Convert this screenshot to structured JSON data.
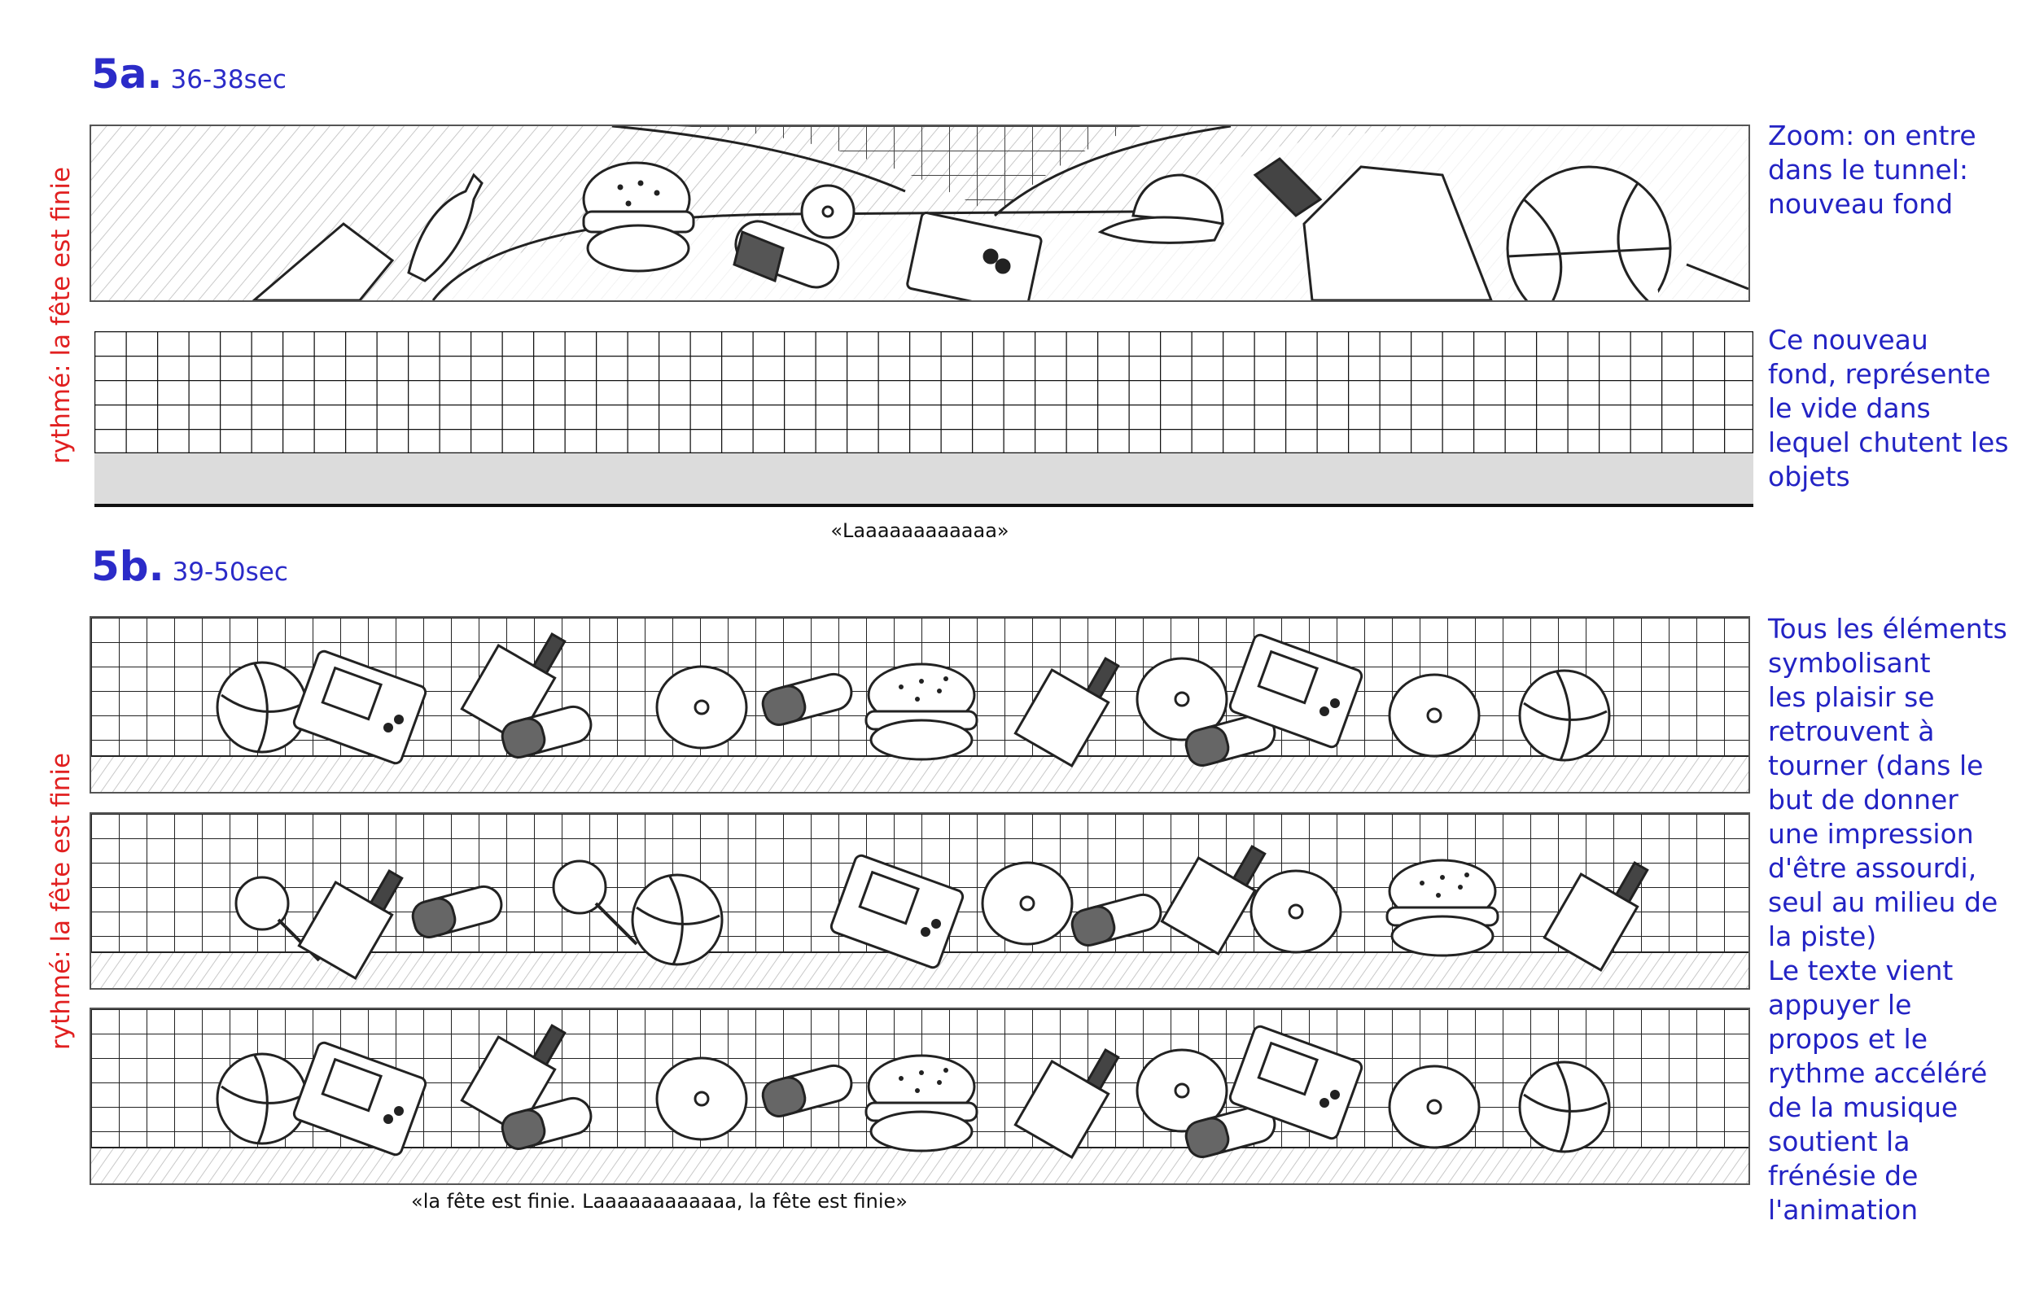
{
  "section_a": {
    "number": "5a.",
    "time": "36-38sec"
  },
  "section_b": {
    "number": "5b.",
    "time": "39-50sec"
  },
  "side_label_a": "rythmé: la fête est finie",
  "side_label_b": "rythmé: la fête est finie",
  "notes": {
    "zoom": "Zoom: on entre\ndans le tunnel:\nnouveau fond",
    "fond": "Ce nouveau\nfond, représente\nle vide dans\nlequel chutent les\nobjets",
    "elements": "Tous les éléments\nsymbolisant\nles plaisir se\nretrouvent à\ntourner  (dans le\nbut de donner\nune impression\nd'être assourdi,\nseul au milieu de\nla piste)\nLe texte vient\nappuyer le\npropos et le\nrythme accéléré\nde la musique\nsoutient la\nfrénésie de\nl'animation"
  },
  "captions": {
    "a": "«Laaaaaaaaaaaa»",
    "b": "«la fête est finie. Laaaaaaaaaaaa, la fête est finie»"
  },
  "colors": {
    "title_blue": "#2b2bc8",
    "note_blue": "#2323c4",
    "side_red": "#e12020"
  },
  "icons": [
    "burger-icon",
    "bottle-icon",
    "cap-icon",
    "game-console-icon",
    "donut-icon",
    "pill-icon",
    "ball-icon",
    "lollipop-icon"
  ]
}
